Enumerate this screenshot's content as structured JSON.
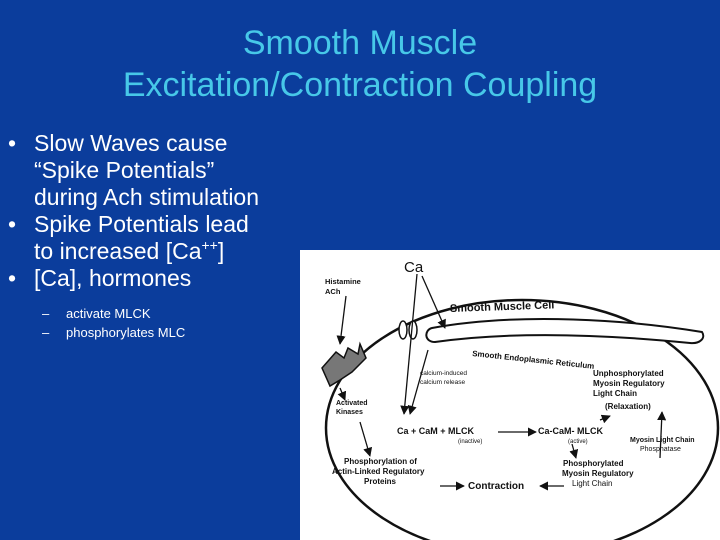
{
  "title": {
    "line1": "Smooth Muscle",
    "line2": "Excitation/Contraction Coupling"
  },
  "bullets": [
    {
      "bullet": "•",
      "text": "Slow Waves cause\n“Spike Potentials”\nduring Ach stimulation"
    },
    {
      "bullet": "•",
      "text_before": "Spike Potentials lead\nto increased [Ca",
      "superscript": "++",
      "text_after": "]"
    },
    {
      "bullet": "•",
      "text": "[Ca], hormones"
    }
  ],
  "sub_bullets": [
    {
      "dash": "–",
      "text": "activate MLCK"
    },
    {
      "dash": "–",
      "text": "phosphorylates MLC"
    }
  ],
  "diagram": {
    "ca_label": "Ca",
    "histamine": "Histamine",
    "ach": "ACh",
    "cell_label": "Smooth Muscle Cell",
    "er_label": "Smooth Endoplasmic Reticulum",
    "calcium_induced_1": "calcium-induced",
    "calcium_induced_2": "calcium release",
    "activated_1": "Activated",
    "activated_2": "Kinases",
    "unphos_1": "Unphosphorylated",
    "unphos_2": "Myosin Regulatory",
    "unphos_3": "Light Chain",
    "unphos_4": "(Relaxation)",
    "ca_cam_mlck": "Ca + CaM + MLCK",
    "inactive": "(inactive)",
    "complex": "Ca-CaM- MLCK",
    "active": "(active)",
    "phosphatase_1": "Myosin Light Chain",
    "phosphatase_2": "Phosphatase",
    "phos_actin_1": "Phosphorylation of",
    "phos_actin_2": "Actin-Linked Regulatory",
    "phos_actin_3": "Proteins",
    "contraction": "Contraction",
    "phos_myosin_1": "Phosphorylated",
    "phos_myosin_2": "Myosin Regulatory",
    "phos_myosin_3": "Light Chain"
  }
}
